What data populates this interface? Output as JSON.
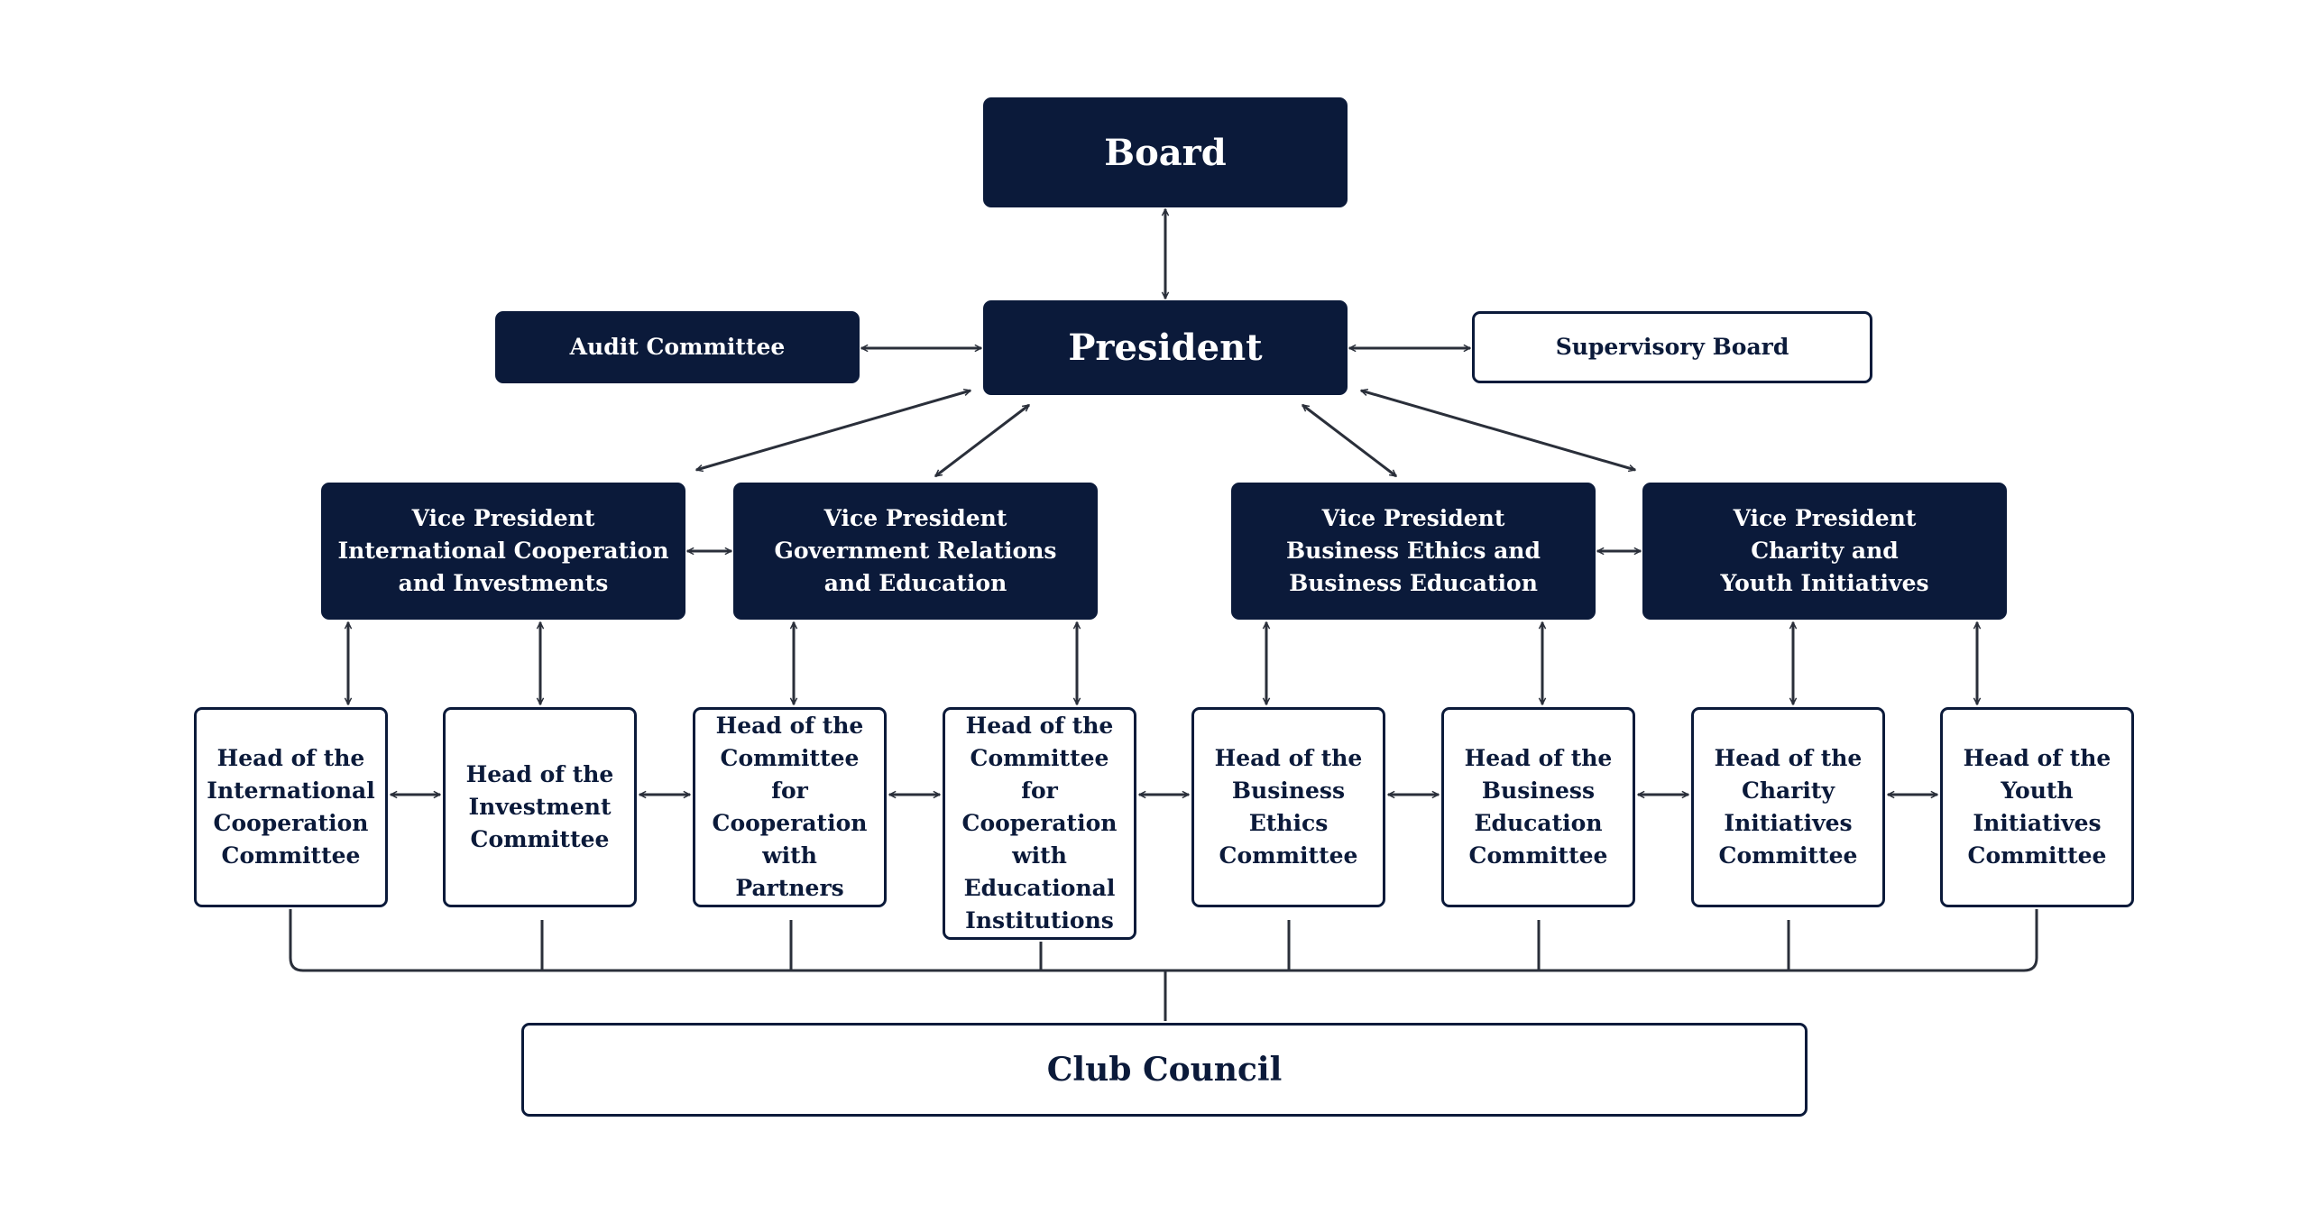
{
  "diagram": {
    "board": {
      "label": "Board"
    },
    "president": {
      "label": "President"
    },
    "audit_committee": {
      "label": "Audit Committee"
    },
    "supervisory_board": {
      "label": "Supervisory Board"
    },
    "vice_presidents": [
      {
        "label": "Vice President\nInternational Cooperation\nand Investments"
      },
      {
        "label": "Vice President\nGovernment Relations\nand Education"
      },
      {
        "label": "Vice President\nBusiness Ethics and\nBusiness Education"
      },
      {
        "label": "Vice President\nCharity and\nYouth Initiatives"
      }
    ],
    "heads": [
      {
        "label": "Head of the\nInternational\nCooperation\nCommittee"
      },
      {
        "label": "Head of the\nInvestment\nCommittee"
      },
      {
        "label": "Head of the\nCommittee for\nCooperation\nwith Partners"
      },
      {
        "label": "Head of the\nCommittee for\nCooperation\nwith\nEducational\nInstitutions"
      },
      {
        "label": "Head of the\nBusiness\nEthics\nCommittee"
      },
      {
        "label": "Head of the\nBusiness\nEducation\nCommittee"
      },
      {
        "label": "Head of the\nCharity\nInitiatives\nCommittee"
      },
      {
        "label": "Head of the\nYouth\nInitiatives\nCommittee"
      }
    ],
    "club_council": {
      "label": "Club Council"
    },
    "colors": {
      "navy": "#0b1a3a",
      "white": "#ffffff",
      "line": "#2a2f3a"
    }
  }
}
